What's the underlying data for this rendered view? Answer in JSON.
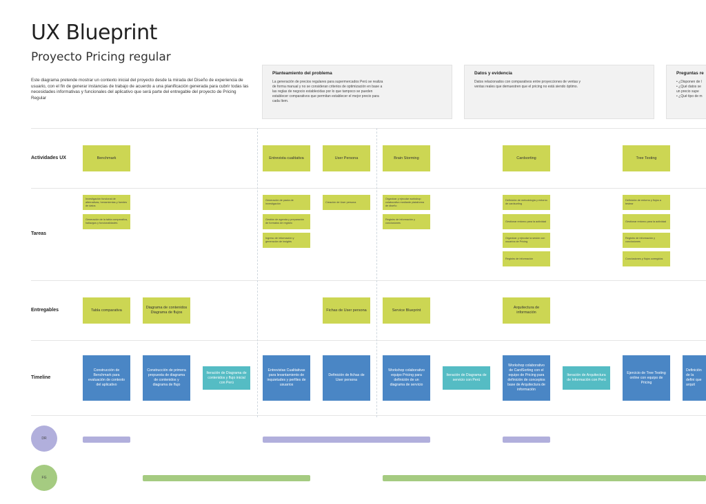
{
  "header": {
    "title": "UX Blueprint",
    "subtitle": "Proyecto Pricing regular",
    "intro": "Este diagrama pretende mostrar un contexto inicial del proyecto desde la mirada del Diseño de experiencia de usuario, con el fin de generar instancias de trabajo de acuerdo a una planificación generada para cubrir todas las necesidades informativas y funcionales del aplicativo que será parte del entregable del proyecto de Pricing Regular"
  },
  "info_boxes": [
    {
      "title": "Planteamiento del problema",
      "lines": [
        "La generación de precios regulares para supermercados Perú se realiza",
        "de forma manual y no se consideran criterios de optimización en base a",
        "las reglas de negocio establecidas por lo que tampoco se pueden",
        "establecer comparativos que permitan establecer el mejor precio para",
        "cada ítem."
      ]
    },
    {
      "title": "Datos y evidencia",
      "lines": [
        "Datos relacionados con comparativos entre proyecciones de ventas y",
        "ventas reales que demuestren que el pricing no está siendo óptimo."
      ]
    },
    {
      "title": "Preguntas re",
      "lines": [
        "• ¿Disponen de l",
        "• ¿Qué datos se",
        "  un precio supe",
        "• ¿Qué tipo de m"
      ]
    }
  ],
  "row_labels": {
    "actividades": "Actividades UX",
    "tareas": "Tareas",
    "entregables": "Entregables",
    "timeline": "Timeline"
  },
  "activities": [
    "Benchmark",
    "Entrevista cualitativa",
    "User Persona",
    "Brain Storming",
    "Cardsorting",
    "Tree Testing"
  ],
  "tasks": [
    "Investigación funcional de alternativas, herramientas y fuentes de datos",
    "Generación de la tabla comparativa, hallazgos y funcionalidades",
    "Generación de pauta de investigación",
    "Gestión de agenda y preparación de formatos de registro",
    "Ingreso de información y generación de insights",
    "Creación de User persona",
    "Organizar y ejecutar workshop colaborativo mediante plataforma de diseño",
    "Registro de información y conclusiones",
    "Definición de metodología y entorno de cardsorting",
    "Gestionar entorno para la actividad",
    "Organizar y ejecutar la sesión con usuarios de Pricing",
    "Registro de información",
    "Definición de entorno y flujos a testear",
    "Gestionar entorno para la actividad",
    "Registro de información y conclusiones",
    "Conclusiones y flujos corregidos"
  ],
  "deliverables": [
    "Tabla comparativa",
    "Diagrama de contenidos Diagrama de flujos",
    "Fichas de User persona",
    "Service Blueprint",
    "Arquitectura de información"
  ],
  "timeline": [
    "Construcción de Benchmark para evaluación de contexto del aplicativo",
    "Construcción de primera propuesta de diagrama de contenidos y diagrama de flujo",
    "Iteración de Diagrama de contenidos y flujo inicial con Perú",
    "Entrevistas Cualitativas para levantamiento de inquietudes y perfiles de usuarios",
    "Definición de fichas de User persona",
    "Workshop colaborativo equipo Pricing para definición de un diagrama de servicio",
    "Iteración de Diagrama de servicio con Perú",
    "Workshop colaborativo de CardSorting con el equipo de Pricing para definición de conceptos base de Arquitectura de información",
    "Iteración de Arquitectura de Información con Perú",
    "Ejercicio de Tree Testing online con equipo de Pricing",
    "Definición de la defini que arquit"
  ],
  "people": [
    "DR",
    "FG"
  ],
  "colors": {
    "activity": "#ccd653",
    "timeline_blue": "#4a86c5",
    "timeline_teal": "#55bcc4",
    "dr": "#b1afdc",
    "fg": "#a5cb81"
  }
}
